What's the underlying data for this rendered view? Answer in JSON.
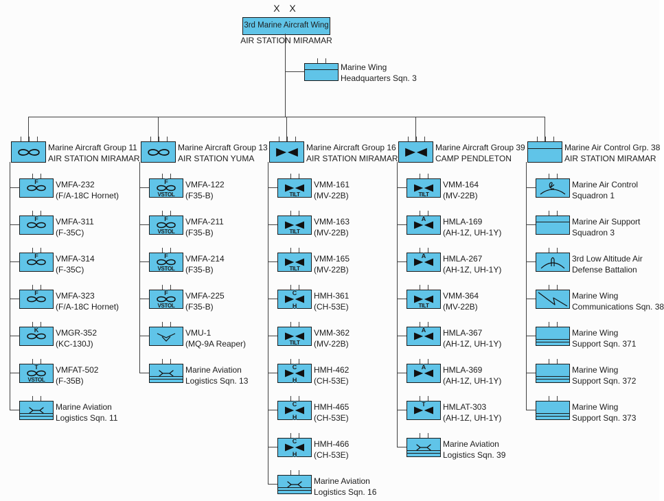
{
  "colors": {
    "box_fill": "#60C4E8",
    "box_border": "#1b1b1b",
    "connector_line": "#404040",
    "text": "#1c1c1c",
    "background": "#fcfcfc"
  },
  "root": {
    "echelon": "X X",
    "name": "3rd Marine Aircraft Wing",
    "station": "AIR STATION MIRAMAR"
  },
  "headquarters": {
    "line1": "Marine Wing",
    "line2": "Headquarters Sqn. 3",
    "icon": "line-top"
  },
  "groups": [
    {
      "line1": "Marine Aircraft Group 11",
      "line2": "AIR STATION MIRAMAR",
      "icon": "fixed-wing",
      "units": [
        {
          "line1": "VMFA-232",
          "line2": "(F/A-18C Hornet)",
          "icon": "fixed-wing",
          "top": "F"
        },
        {
          "line1": "VMFA-311",
          "line2": "(F-35C)",
          "icon": "fixed-wing",
          "top": "F"
        },
        {
          "line1": "VMFA-314",
          "line2": "(F-35C)",
          "icon": "fixed-wing",
          "top": "F"
        },
        {
          "line1": "VMFA-323",
          "line2": "(F/A-18C Hornet)",
          "icon": "fixed-wing",
          "top": "F"
        },
        {
          "line1": "VMGR-352",
          "line2": "(KC-130J)",
          "icon": "fixed-wing",
          "top": "K"
        },
        {
          "line1": "VMFAT-502",
          "line2": "(F-35B)",
          "icon": "fixed-wing",
          "top": "T",
          "bottom": "VSTOL"
        },
        {
          "line1": "Marine Aviation",
          "line2": "Logistics Sqn. 11",
          "icon": "wrench"
        }
      ]
    },
    {
      "line1": "Marine Aircraft Group 13",
      "line2": "AIR STATION YUMA",
      "icon": "fixed-wing",
      "units": [
        {
          "line1": "VMFA-122",
          "line2": "(F35-B)",
          "icon": "fixed-wing",
          "top": "F",
          "bottom": "VSTOL"
        },
        {
          "line1": "VMFA-211",
          "line2": "(F35-B)",
          "icon": "fixed-wing",
          "top": "F",
          "bottom": "VSTOL"
        },
        {
          "line1": "VMFA-214",
          "line2": "(F35-B)",
          "icon": "fixed-wing",
          "top": "F",
          "bottom": "VSTOL"
        },
        {
          "line1": "VMFA-225",
          "line2": "(F35-B)",
          "icon": "fixed-wing",
          "top": "F",
          "bottom": "VSTOL"
        },
        {
          "line1": "VMU-1",
          "line2": "(MQ-9A Reaper)",
          "icon": "uav"
        },
        {
          "line1": "Marine Aviation",
          "line2": "Logistics Sqn. 13",
          "icon": "wrench"
        }
      ]
    },
    {
      "line1": "Marine Aircraft Group 16",
      "line2": "AIR STATION MIRAMAR",
      "icon": "rotary-wing",
      "units": [
        {
          "line1": "VMM-161",
          "line2": "(MV-22B)",
          "icon": "rotary-wing",
          "bottom": "TILT"
        },
        {
          "line1": "VMM-163",
          "line2": "(MV-22B)",
          "icon": "rotary-wing",
          "bottom": "TILT"
        },
        {
          "line1": "VMM-165",
          "line2": "(MV-22B)",
          "icon": "rotary-wing",
          "bottom": "TILT"
        },
        {
          "line1": "HMH-361",
          "line2": "(CH-53E)",
          "icon": "rotary-wing",
          "top": "C",
          "bottom": "H"
        },
        {
          "line1": "VMM-362",
          "line2": "(MV-22B)",
          "icon": "rotary-wing",
          "bottom": "TILT"
        },
        {
          "line1": "HMH-462",
          "line2": "(CH-53E)",
          "icon": "rotary-wing",
          "top": "C",
          "bottom": "H"
        },
        {
          "line1": "HMH-465",
          "line2": "(CH-53E)",
          "icon": "rotary-wing",
          "top": "C",
          "bottom": "H"
        },
        {
          "line1": "HMH-466",
          "line2": "(CH-53E)",
          "icon": "rotary-wing",
          "top": "C",
          "bottom": "H"
        },
        {
          "line1": "Marine Aviation",
          "line2": "Logistics Sqn. 16",
          "icon": "wrench"
        }
      ]
    },
    {
      "line1": "Marine Aircraft Group 39",
      "line2": "CAMP PENDLETON",
      "icon": "rotary-wing",
      "units": [
        {
          "line1": "VMM-164",
          "line2": "(MV-22B)",
          "icon": "rotary-wing",
          "bottom": "TILT"
        },
        {
          "line1": "HMLA-169",
          "line2": "(AH-1Z, UH-1Y)",
          "icon": "rotary-wing",
          "top": "A"
        },
        {
          "line1": "HMLA-267",
          "line2": "(AH-1Z, UH-1Y)",
          "icon": "rotary-wing",
          "top": "A"
        },
        {
          "line1": "VMM-364",
          "line2": "(MV-22B)",
          "icon": "rotary-wing",
          "bottom": "TILT"
        },
        {
          "line1": "HMLA-367",
          "line2": "(AH-1Z, UH-1Y)",
          "icon": "rotary-wing",
          "top": "A"
        },
        {
          "line1": "HMLA-369",
          "line2": "(AH-1Z, UH-1Y)",
          "icon": "rotary-wing",
          "top": "A"
        },
        {
          "line1": "HMLAT-303",
          "line2": "(AH-1Z, UH-1Y)",
          "icon": "rotary-wing",
          "top": "T"
        },
        {
          "line1": "Marine Aviation",
          "line2": "Logistics Sqn. 39",
          "icon": "wrench"
        }
      ]
    },
    {
      "line1": "Marine Air Control Grp. 38",
      "line2": "AIR STATION MIRAMAR",
      "icon": "line-top",
      "units": [
        {
          "line1": "Marine Air Control",
          "line2": "Squadron 1",
          "icon": "radar"
        },
        {
          "line1": "Marine Air Support",
          "line2": "Squadron 3",
          "icon": "line-top"
        },
        {
          "line1": "3rd Low Altitude Air",
          "line2": "Defense Battalion",
          "icon": "laad"
        },
        {
          "line1": "Marine Wing",
          "line2": "Communications Sqn. 38",
          "icon": "comms"
        },
        {
          "line1": "Marine Wing",
          "line2": "Support Sqn. 371",
          "icon": "double-bottom"
        },
        {
          "line1": "Marine Wing",
          "line2": "Support Sqn. 372",
          "icon": "double-bottom"
        },
        {
          "line1": "Marine Wing",
          "line2": "Support Sqn. 373",
          "icon": "double-bottom"
        }
      ]
    }
  ]
}
